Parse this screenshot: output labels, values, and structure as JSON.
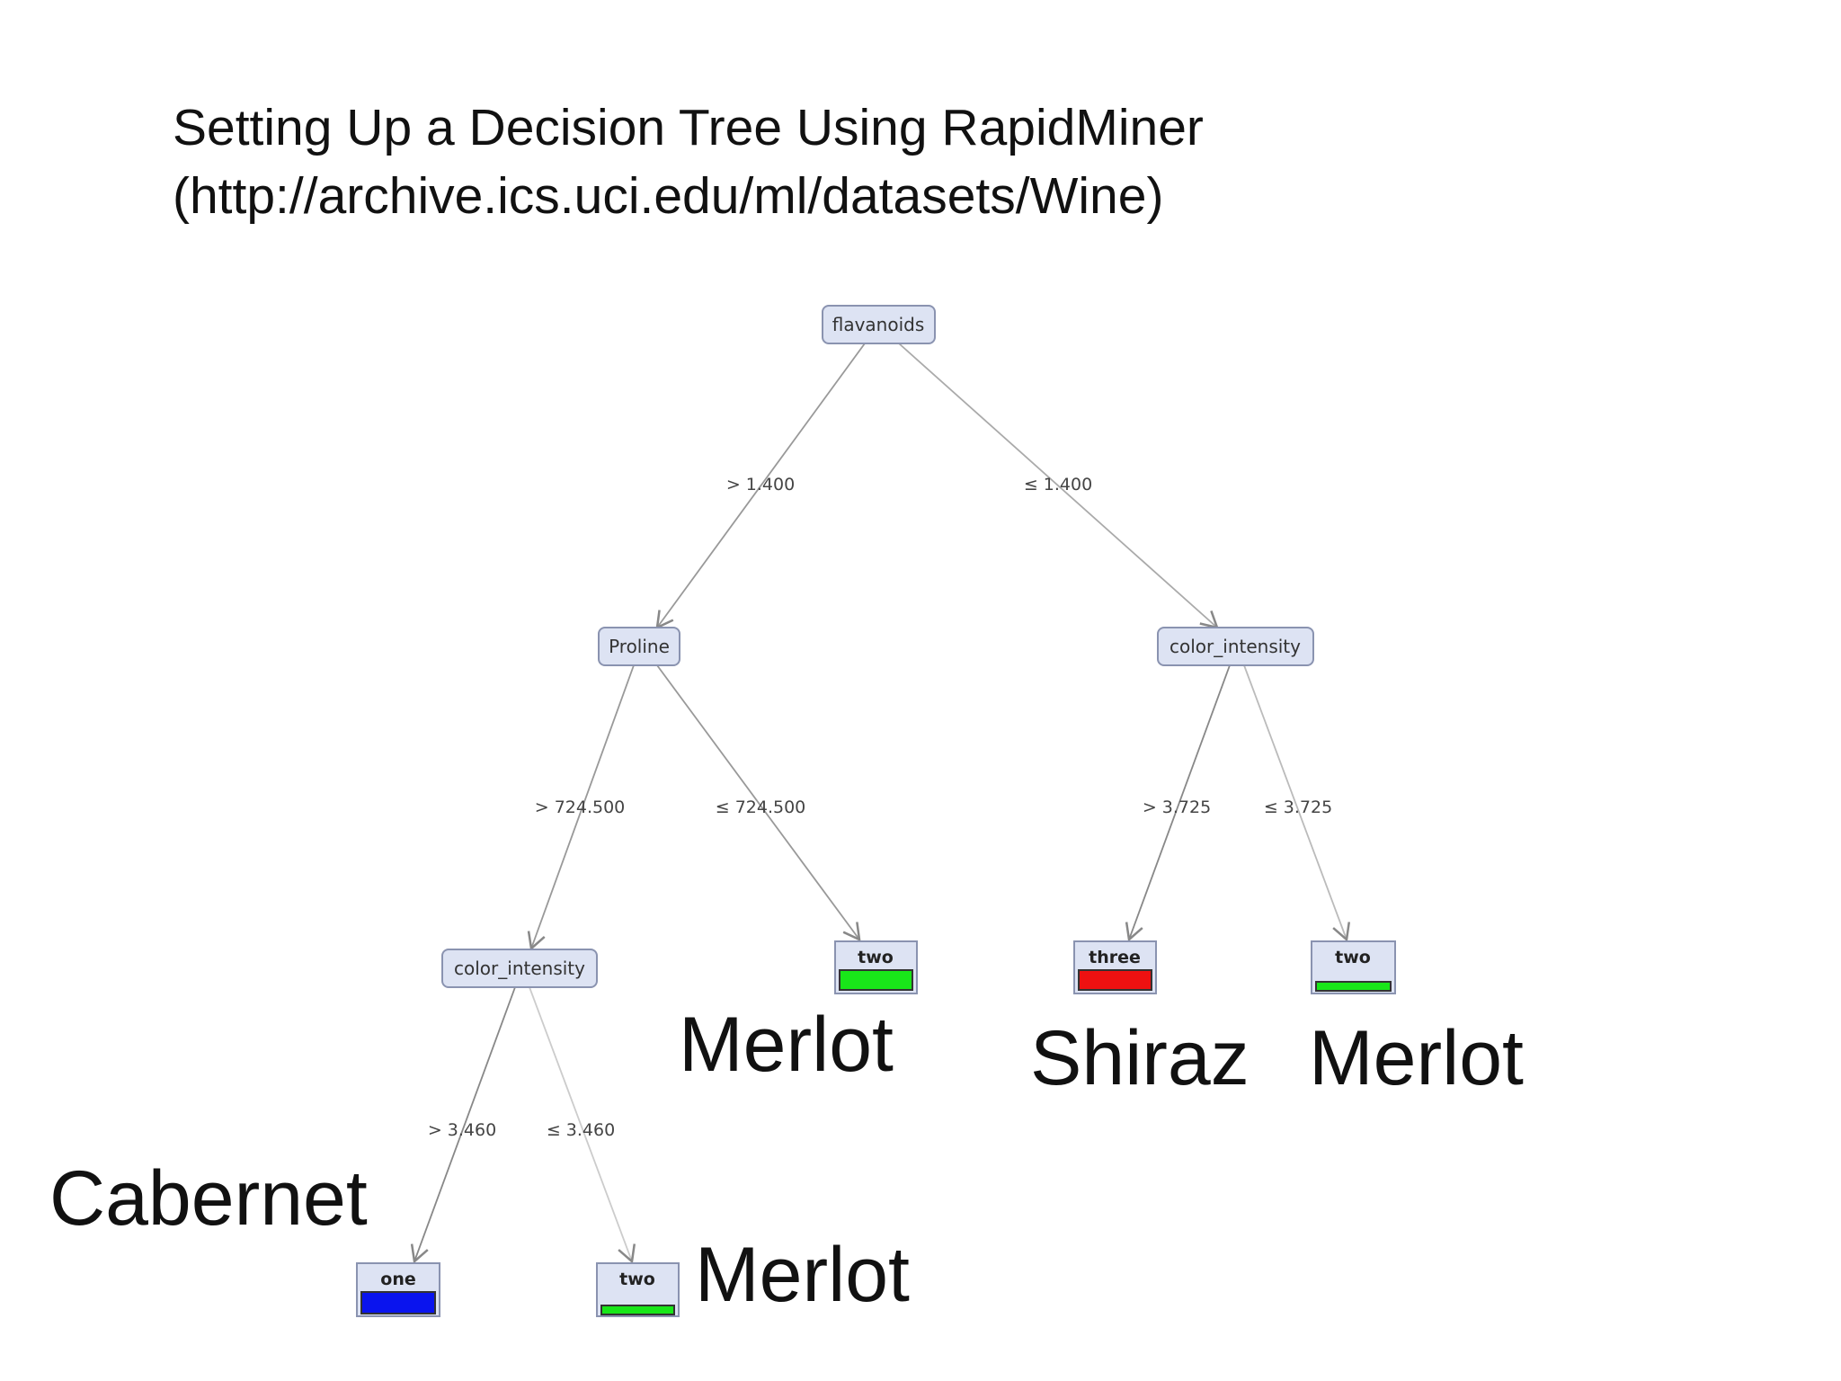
{
  "slide": {
    "title_line1": "Setting Up a Decision Tree Using RapidMiner",
    "title_line2": "(http://archive.ics.uci.edu/ml/datasets/Wine)"
  },
  "tree": {
    "root": {
      "label": "flavanoids"
    },
    "proline": {
      "label": "Proline"
    },
    "color_intensity_right": {
      "label": "color_intensity"
    },
    "color_intensity_left": {
      "label": "color_intensity"
    },
    "edges": {
      "root_left": "> 1.400",
      "root_right": "≤ 1.400",
      "proline_left": "> 724.500",
      "proline_right": "≤ 724.500",
      "ci_right_left": "> 3.725",
      "ci_right_right": "≤ 3.725",
      "ci_left_left": "> 3.460",
      "ci_left_right": "≤ 3.460"
    },
    "leaves": {
      "proline_two": {
        "label": "two",
        "color": "#19e619",
        "fill": 1.0
      },
      "three": {
        "label": "three",
        "color": "#ee1111",
        "fill": 1.0
      },
      "ci_two": {
        "label": "two",
        "color": "#19e619",
        "fill": 0.35
      },
      "one": {
        "label": "one",
        "color": "#0a14ee",
        "fill": 1.0
      },
      "ci_left_two": {
        "label": "two",
        "color": "#19e619",
        "fill": 0.35
      }
    }
  },
  "annotations": {
    "merlot_1": "Merlot",
    "shiraz": "Shiraz",
    "merlot_2": "Merlot",
    "cabernet": "Cabernet",
    "merlot_3": "Merlot"
  },
  "colors": {
    "node_fill": "#dde3f3",
    "node_border": "#8a93b0",
    "edge": "#999999"
  }
}
